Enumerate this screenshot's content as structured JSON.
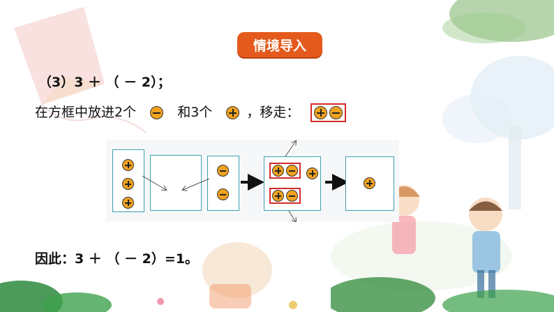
{
  "slide": {
    "title_badge": "情境导入",
    "line1": "（3）3 ＋ （ － 2）；",
    "line2_part1": "在方框中放进2个",
    "line2_part2": "和3个",
    "line2_part3": "，移走：",
    "conclusion": "因此：3 ＋ （ － 2）=1。"
  },
  "colors": {
    "accent": "#e35a1c",
    "chip": "#f0a21f",
    "box_border": "#3b9fb1",
    "highlight": "#d32a2a"
  },
  "icons": {
    "plus_chip": "plus-chip-icon",
    "minus_chip": "minus-chip-icon",
    "arrow": "right-arrow-icon"
  }
}
